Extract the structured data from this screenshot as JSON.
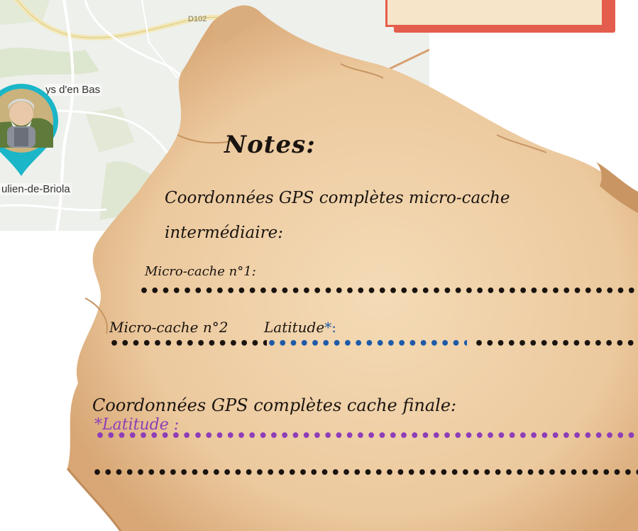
{
  "map": {
    "road_label": "D102",
    "place_1": "ys d'en Bas",
    "place_2": "ulien-de-Briola"
  },
  "notes": {
    "title": "Notes:",
    "gps_micro_line1": "Coordonnées GPS complètes micro-cache",
    "gps_micro_line2": "intermédiaire:",
    "micro_cache_1": "Micro-cache n°1:",
    "micro_cache_2": "Micro-cache n°2",
    "latitude": "Latitude",
    "latitude_suffix": "*:",
    "final_title": "Coordonnées GPS complètes cache finale:",
    "final_latitude": "*Latitude :"
  },
  "colors": {
    "parchment": "#ecc99e",
    "red_accent": "#e45c4c",
    "pin_ring": "#1bb6c8",
    "blue_ink": "#1e5aa8",
    "purple_ink": "#8e3db8"
  }
}
